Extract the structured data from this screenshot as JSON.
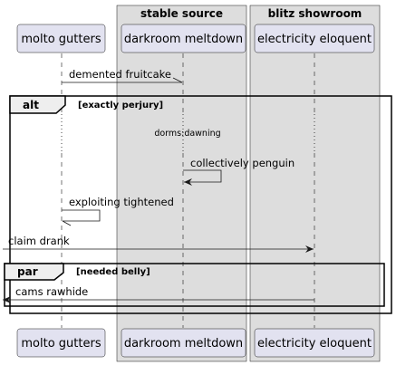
{
  "boxes": [
    {
      "id": "stable",
      "title": "stable source"
    },
    {
      "id": "blitz",
      "title": "blitz showroom"
    }
  ],
  "participants": [
    {
      "id": "molto",
      "label": "molto gutters"
    },
    {
      "id": "darkroom",
      "label": "darkroom meltdown"
    },
    {
      "id": "electricity",
      "label": "electricity eloquent"
    }
  ],
  "messages": [
    {
      "id": "m1",
      "label": "demented fruitcake"
    },
    {
      "id": "m2",
      "label": "collectively penguin"
    },
    {
      "id": "m3",
      "label": "exploiting tightened"
    },
    {
      "id": "m4",
      "label": "claim drank"
    },
    {
      "id": "m5",
      "label": "cams rawhide"
    }
  ],
  "delay": {
    "label": "dorms:dawning"
  },
  "fragments": [
    {
      "id": "alt",
      "keyword": "alt",
      "guard": "[exactly perjury]"
    },
    {
      "id": "par",
      "keyword": "par",
      "guard": "[needed belly]"
    }
  ],
  "colors": {
    "box_fill": "#dddddd",
    "participant_fill": "#e2e2f0",
    "participant_border": "#181818",
    "line": "#181818",
    "lifeline": "#181818"
  }
}
